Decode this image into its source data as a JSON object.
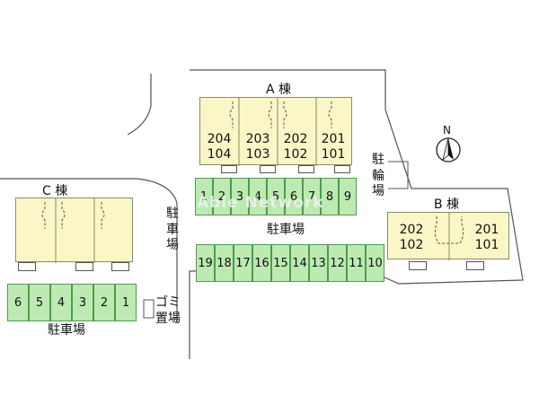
{
  "map": {
    "building_a": {
      "label": "A 棟",
      "units_upper": [
        "204",
        "203",
        "202",
        "201"
      ],
      "units_lower": [
        "104",
        "103",
        "102",
        "101"
      ]
    },
    "building_b": {
      "label": "B 棟",
      "units_upper": [
        "202",
        "201"
      ],
      "units_lower": [
        "102",
        "101"
      ]
    },
    "building_c": {
      "label": "C 棟"
    },
    "parking_a_row": [
      "1",
      "2",
      "3",
      "4",
      "5",
      "6",
      "7",
      "8",
      "9"
    ],
    "parking_center_row": [
      "19",
      "18",
      "17",
      "16",
      "15",
      "14",
      "13",
      "12",
      "11",
      "10"
    ],
    "parking_c_row": [
      "6",
      "5",
      "4",
      "3",
      "2",
      "1"
    ],
    "labels": {
      "parking_center": "駐車場",
      "parking_c": "駐車場",
      "parking_vertical": [
        "駐",
        "車",
        "場"
      ],
      "bicycle_vertical": [
        "駐",
        "輪",
        "場"
      ],
      "garbage": [
        "ゴミ",
        "置場"
      ]
    },
    "compass": "N",
    "watermark": "Able Network",
    "colors": {
      "building": "#fbf6c6",
      "parking": "#bdeab2",
      "lot": "#ffffff",
      "outline": "#555555"
    }
  }
}
